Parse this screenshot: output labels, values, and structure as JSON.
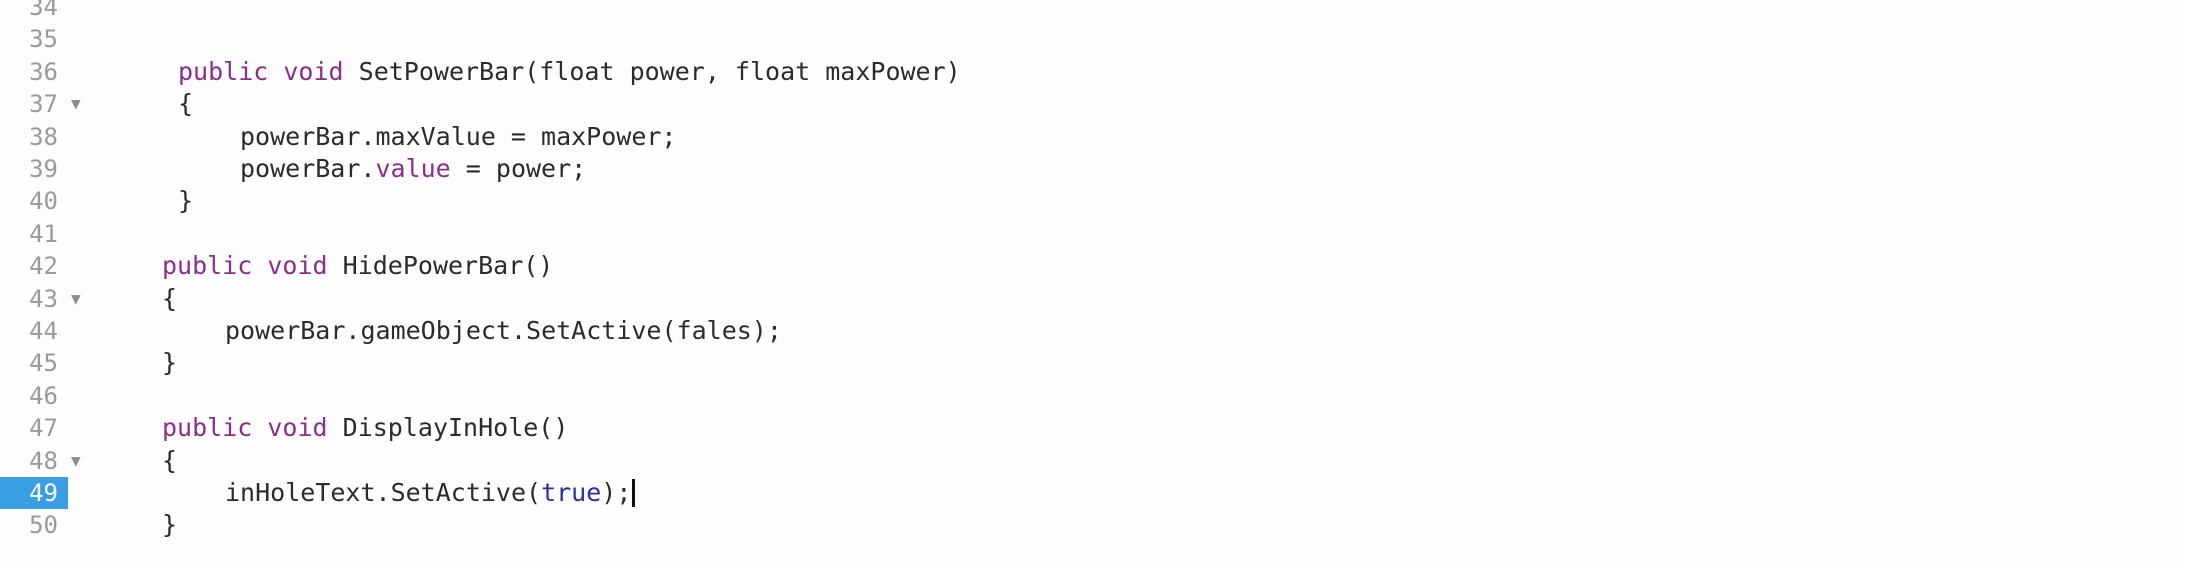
{
  "editor": {
    "current_line": "49",
    "lines": [
      {
        "num": "34",
        "tokens": [],
        "fold": false
      },
      {
        "num": "35",
        "tokens": [],
        "fold": false
      },
      {
        "num": "36",
        "tokens": [
          {
            "t": "public",
            "k": "kw"
          },
          {
            "t": " "
          },
          {
            "t": "void",
            "k": "kw"
          },
          {
            "t": " SetPowerBar(float power, float maxPower)"
          }
        ],
        "fold": false
      },
      {
        "num": "37",
        "tokens": [
          {
            "t": "{"
          }
        ],
        "fold": true
      },
      {
        "num": "38",
        "tokens": [
          {
            "t": "powerBar.maxValue = maxPower;"
          }
        ],
        "fold": false
      },
      {
        "num": "39",
        "tokens": [
          {
            "t": "powerBar."
          },
          {
            "t": "value",
            "k": "kw"
          },
          {
            "t": " = power;"
          }
        ],
        "fold": false
      },
      {
        "num": "40",
        "tokens": [
          {
            "t": "}"
          }
        ],
        "fold": false
      },
      {
        "num": "41",
        "tokens": [],
        "fold": false
      },
      {
        "num": "42",
        "tokens": [
          {
            "t": "public",
            "k": "kw"
          },
          {
            "t": " "
          },
          {
            "t": "void",
            "k": "kw"
          },
          {
            "t": " HidePowerBar()"
          }
        ],
        "fold": false
      },
      {
        "num": "43",
        "tokens": [
          {
            "t": "{"
          }
        ],
        "fold": true
      },
      {
        "num": "44",
        "tokens": [
          {
            "t": "powerBar.gameObject.SetActive(fales);"
          }
        ],
        "fold": false
      },
      {
        "num": "45",
        "tokens": [
          {
            "t": "}"
          }
        ],
        "fold": false
      },
      {
        "num": "46",
        "tokens": [],
        "fold": false
      },
      {
        "num": "47",
        "tokens": [
          {
            "t": "public",
            "k": "kw"
          },
          {
            "t": " "
          },
          {
            "t": "void",
            "k": "kw"
          },
          {
            "t": " DisplayInHole()"
          }
        ],
        "fold": false
      },
      {
        "num": "48",
        "tokens": [
          {
            "t": "{"
          }
        ],
        "fold": true
      },
      {
        "num": "49",
        "tokens": [
          {
            "t": "inHoleText.SetActive("
          },
          {
            "t": "true",
            "k": "lit"
          },
          {
            "t": ");"
          }
        ],
        "fold": false,
        "caret": true
      },
      {
        "num": "50",
        "tokens": [
          {
            "t": "}"
          }
        ],
        "fold": false
      }
    ]
  }
}
